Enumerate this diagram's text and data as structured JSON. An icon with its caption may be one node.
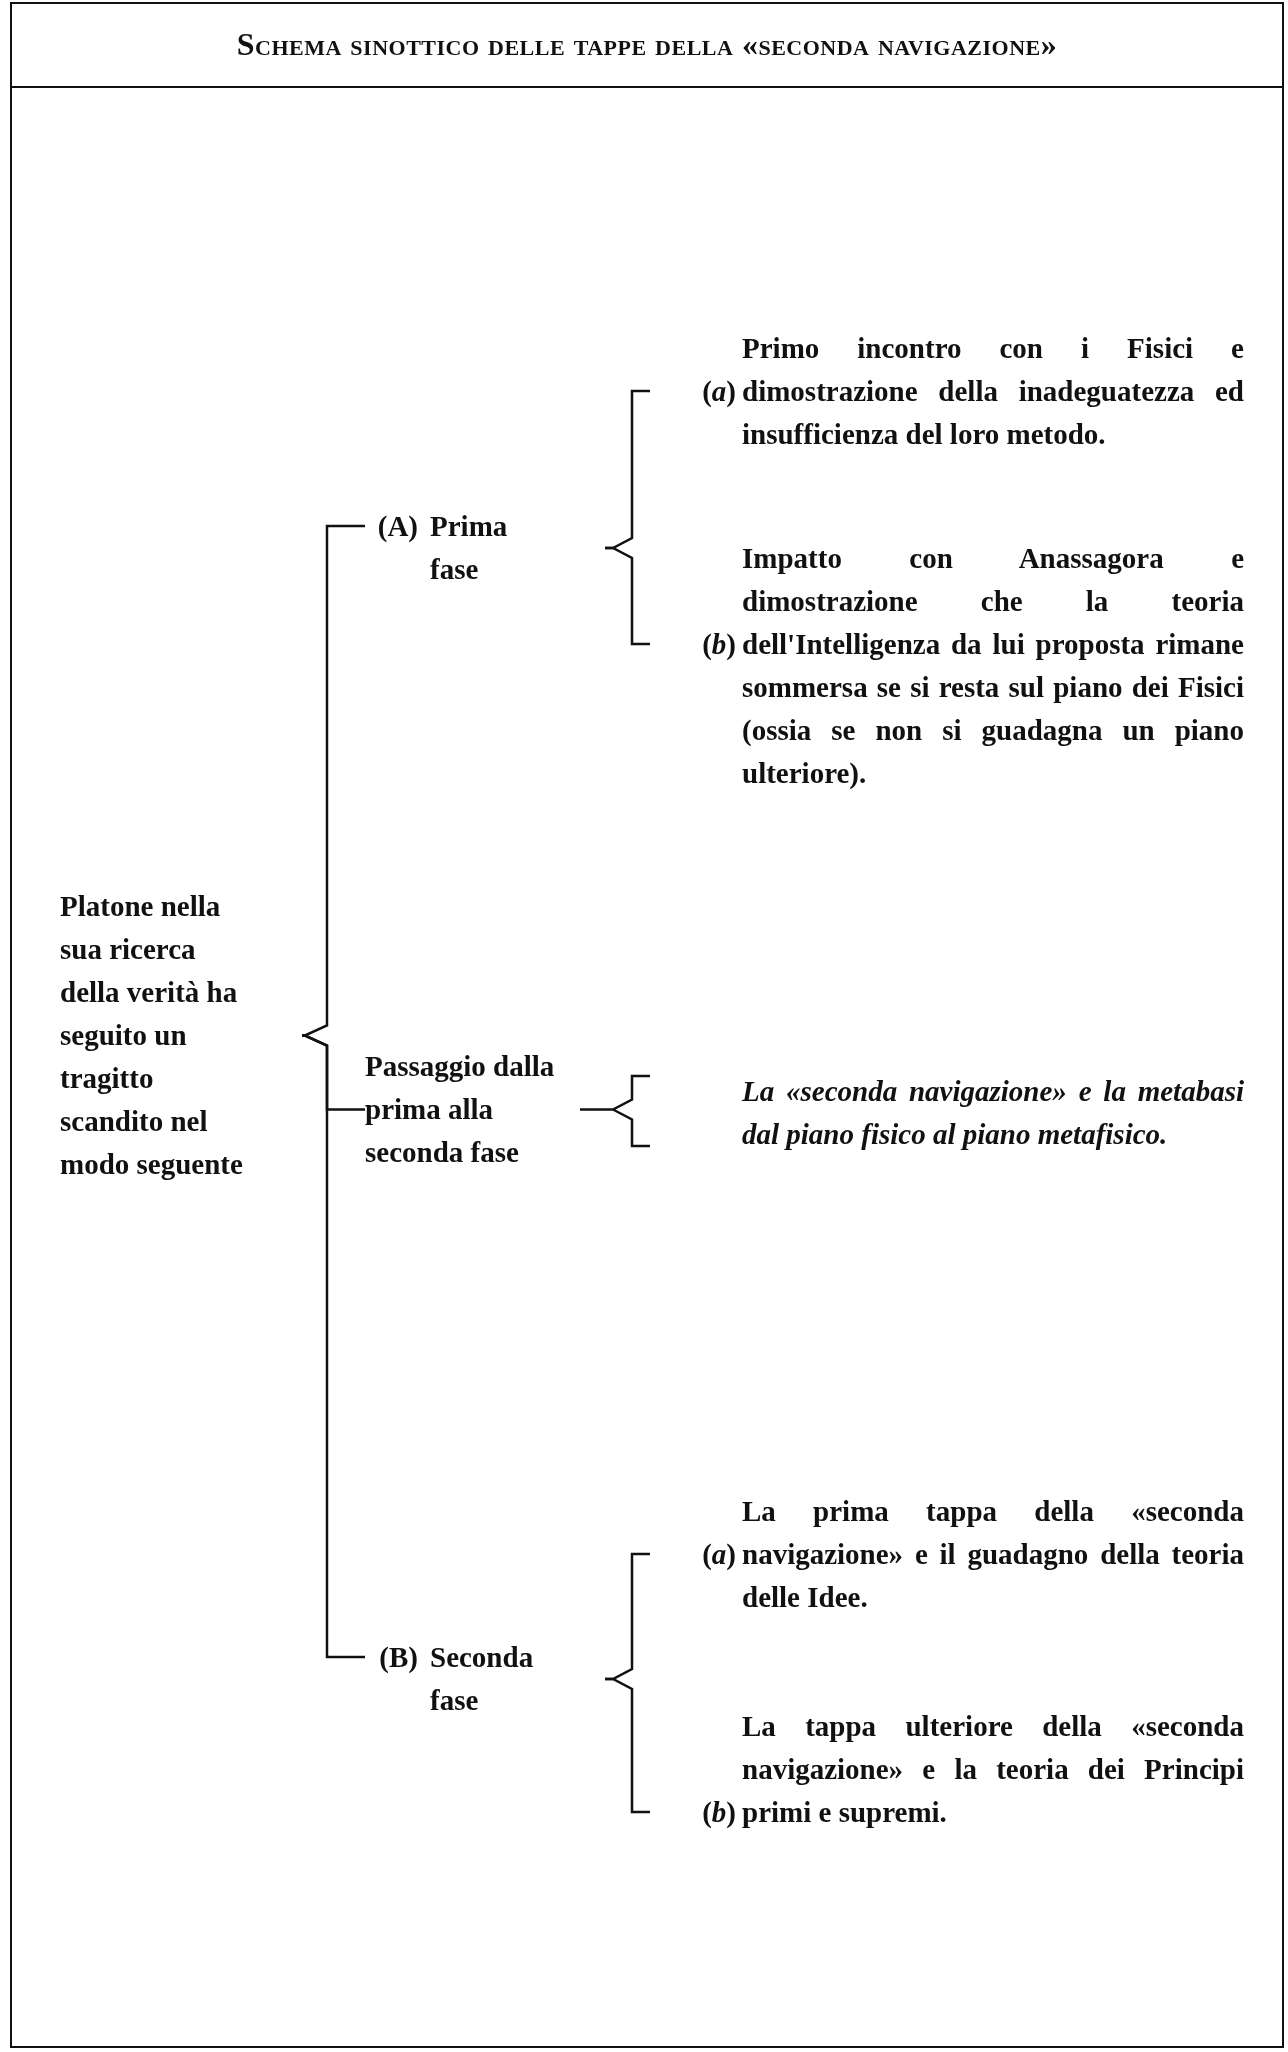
{
  "diagram": {
    "title": "Schema sinottico delle tappe della «seconda navigazione»",
    "nodes": [
      {
        "text": [
          "Platone nella sua ricerca della verità ha seguito un tragitto scandito nel modo seguente"
        ]
      },
      {
        "text": [
          "(A)",
          "Prima fase"
        ]
      },
      {
        "text": [
          "(*a*)",
          "Primo incontro con i Fisici e dimostrazione della inadeguatezza ed insufficienza del loro metodo."
        ]
      },
      {
        "text": [
          "(*b*)",
          "Impatto con Anassagora e dimostrazione che la teoria dell'Intelligenza da lui proposta rimane sommersa se si resta sul piano dei Fisici (ossia se non si guadagna un piano ulteriore)."
        ]
      },
      {
        "text": [
          "Passaggio dalla prima alla seconda fase"
        ]
      },
      {
        "text": [
          "La «seconda navigazione» e la metabasi dal piano fisico al piano metafisico."
        ]
      },
      {
        "text": [
          "(B)",
          "Seconda fase"
        ]
      },
      {
        "text": [
          "(*a*)",
          "La prima tappa della «seconda navigazione» e il guadagno della teoria delle Idee."
        ]
      },
      {
        "text": [
          "(*b*)",
          "La tappa ulteriore della «seconda navigazione» e la teoria dei Principi primi e supremi."
        ]
      }
    ],
    "edges": [
      {
        "from": 0,
        "to": 1,
        "arrow": "none"
      },
      {
        "from": 0,
        "to": 4,
        "arrow": "none"
      },
      {
        "from": 0,
        "to": 6,
        "arrow": "none"
      },
      {
        "from": 1,
        "to": 2,
        "arrow": "none"
      },
      {
        "from": 1,
        "to": 3,
        "arrow": "none"
      },
      {
        "from": 4,
        "to": 5,
        "arrow": "none"
      },
      {
        "from": 6,
        "to": 7,
        "arrow": "none"
      },
      {
        "from": 6,
        "to": 8,
        "arrow": "none"
      }
    ]
  }
}
